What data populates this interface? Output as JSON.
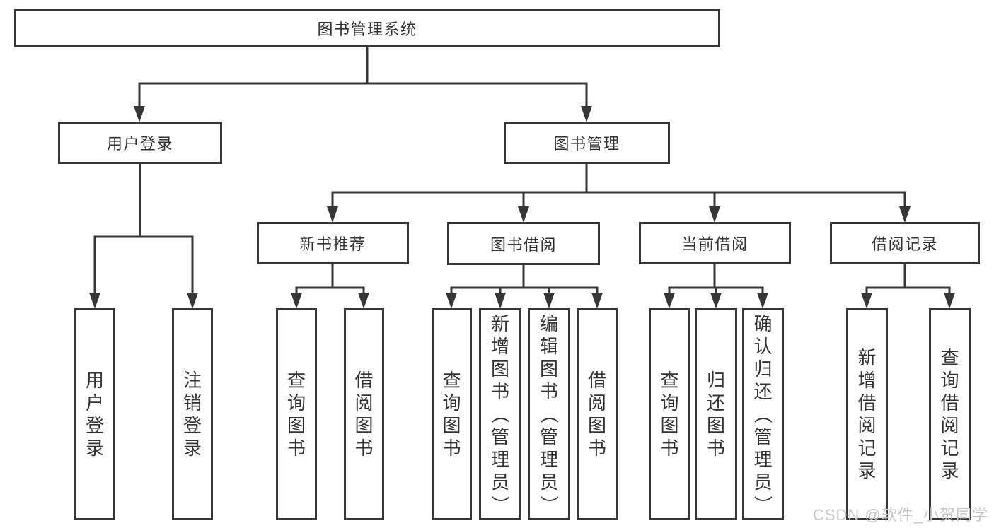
{
  "diagram": {
    "title": "图书管理系统",
    "root": {
      "label": "图书管理系统"
    },
    "level2": [
      {
        "label": "用户登录"
      },
      {
        "label": "图书管理"
      }
    ],
    "level3": [
      {
        "label": "新书推荐"
      },
      {
        "label": "图书借阅"
      },
      {
        "label": "当前借阅"
      },
      {
        "label": "借阅记录"
      }
    ],
    "leaves": {
      "user_login": [
        "用户登录",
        "注销登录"
      ],
      "new_books": [
        "查询图书",
        "借阅图书"
      ],
      "borrow": [
        "查询图书",
        "新增图书（管理员）",
        "编辑图书（管理员）",
        "借阅图书"
      ],
      "current": [
        "查询图书",
        "归还图书",
        "确认归还（管理员）"
      ],
      "records": [
        "新增借阅记录",
        "查询借阅记录"
      ]
    }
  },
  "watermark": "CSDN @软件_小贺同学",
  "colors": {
    "line": "#363636",
    "text": "#333333",
    "box_background": "#ffffff",
    "watermark": "#c6c6c6",
    "background": "#ffffff"
  }
}
